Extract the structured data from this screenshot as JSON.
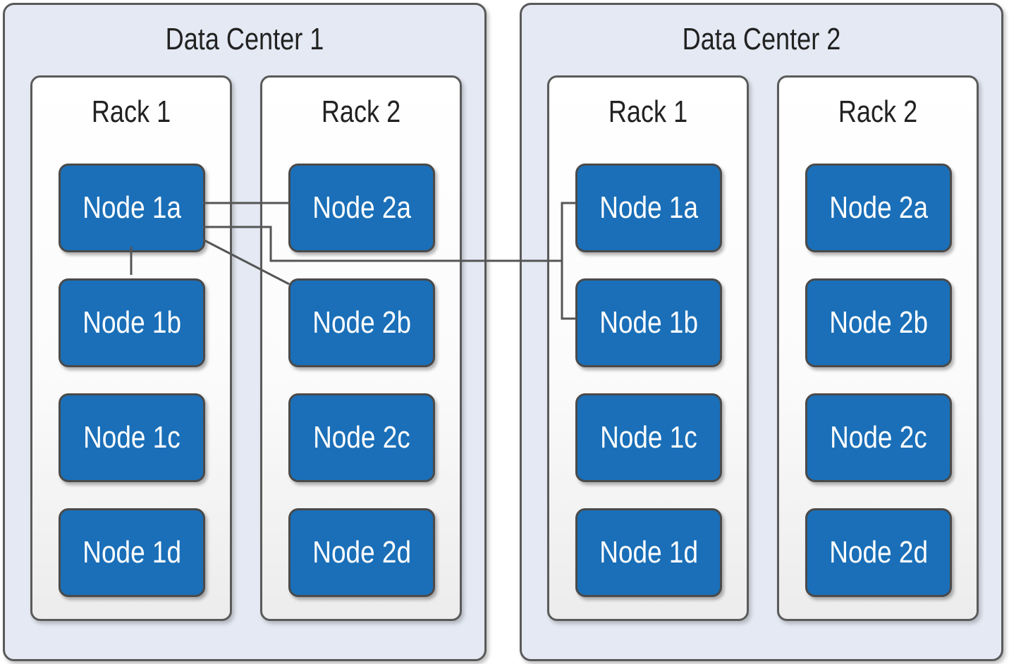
{
  "data_centers": [
    {
      "title": "Data Center 1",
      "racks": [
        {
          "title": "Rack 1",
          "nodes": [
            "Node 1a",
            "Node 1b",
            "Node 1c",
            "Node 1d"
          ]
        },
        {
          "title": "Rack 2",
          "nodes": [
            "Node 2a",
            "Node 2b",
            "Node 2c",
            "Node 2d"
          ]
        }
      ]
    },
    {
      "title": "Data Center 2",
      "racks": [
        {
          "title": "Rack 1",
          "nodes": [
            "Node 1a",
            "Node 1b",
            "Node 1c",
            "Node 1d"
          ]
        },
        {
          "title": "Rack 2",
          "nodes": [
            "Node 2a",
            "Node 2b",
            "Node 2c",
            "Node 2d"
          ]
        }
      ]
    }
  ],
  "colors": {
    "data_center_fill": "#e4e9f3",
    "node_fill": "#1a6fb8",
    "border": "#5a5a5a",
    "link": "#555555"
  }
}
